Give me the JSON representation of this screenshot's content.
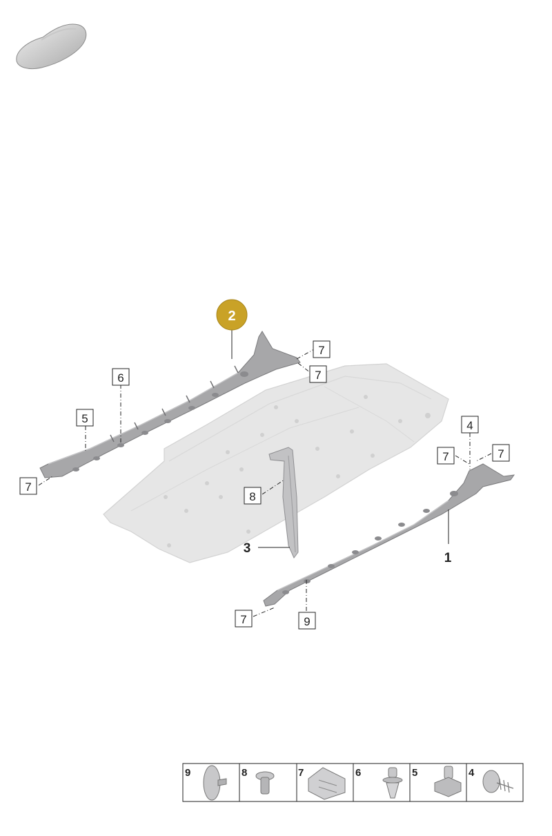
{
  "highlight": {
    "label": "2",
    "color": "#c9a227"
  },
  "callouts": {
    "c7_top_a": "7",
    "c7_top_b": "7",
    "c6": "6",
    "c5": "5",
    "c7_left": "7",
    "c4": "4",
    "c7_right_a": "7",
    "c7_right_b": "7",
    "c8": "8",
    "c7_bottom": "7",
    "c9": "9"
  },
  "part_labels": {
    "p1": "1",
    "p3": "3"
  },
  "legend": {
    "cells": [
      {
        "num": "9",
        "icon": "plug-cap-icon"
      },
      {
        "num": "8",
        "icon": "push-rivet-icon"
      },
      {
        "num": "7",
        "icon": "spring-clip-icon"
      },
      {
        "num": "6",
        "icon": "expansion-clip-icon"
      },
      {
        "num": "5",
        "icon": "clip-fastener-icon"
      },
      {
        "num": "4",
        "icon": "screw-washer-icon"
      }
    ]
  },
  "colors": {
    "part": "#a9a9ab",
    "part_dark": "#8e8e91",
    "underbody": "#e4e4e4",
    "line": "#222222"
  }
}
